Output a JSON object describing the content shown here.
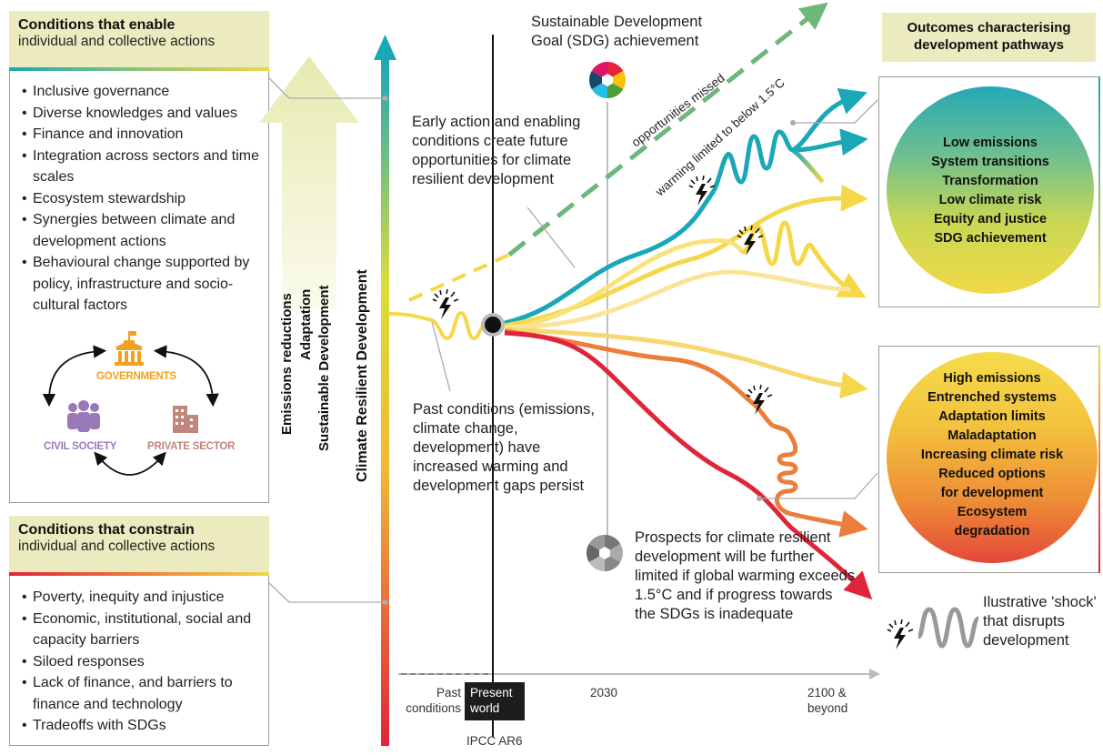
{
  "enable_box": {
    "title": "Conditions that enable",
    "subtitle": "individual and collective actions",
    "items": [
      "Inclusive governance",
      "Diverse knowledges and values",
      "Finance and innovation",
      "Integration across sectors and time scales",
      "Ecosystem stewardship",
      "Synergies between climate and development actions",
      "Behavioural change supported by policy, infrastructure and socio-cultural factors"
    ],
    "actors": {
      "governments": "GOVERNMENTS",
      "civil_society": "CIVIL SOCIETY",
      "private_sector": "PRIVATE SECTOR"
    }
  },
  "constrain_box": {
    "title": "Conditions that constrain",
    "subtitle": "individual and collective actions",
    "items": [
      "Poverty, inequity and injustice",
      "Economic, institutional, social and capacity barriers",
      "Siloed responses",
      "Lack of finance, and barriers to finance and technology",
      "Tradeoffs with SDGs"
    ]
  },
  "vertical_labels": {
    "emissions": "Emissions reductions",
    "adaptation": "Adaptation",
    "sustainable": "Sustainable Development",
    "crd": "Climate Resilient Development"
  },
  "annotations": {
    "sdg": "Sustainable Development Goal (SDG) achievement",
    "early_action": "Early action and enabling conditions create future opportunities for climate resilient development",
    "opportunities_missed": "opportunities missed",
    "warming_limited": "warming limited to below 1.5°C",
    "past_conditions": "Past conditions (emissions, climate change, development) have increased warming and development gaps persist",
    "prospects": "Prospects for climate resilient development will be further limited if global warming exceeds 1.5°C and if progress towards the SDGs is inadequate",
    "shock_legend": "Ilustrative 'shock' that disrupts development"
  },
  "outcomes": {
    "header": "Outcomes characterising development pathways",
    "positive": [
      "Low emissions",
      "System transitions",
      "Transformation",
      "Low climate risk",
      "Equity and justice",
      "SDG achievement"
    ],
    "negative": [
      "High emissions",
      "Entrenched systems",
      "Adaptation limits",
      "Maladaptation",
      "Increasing climate risk",
      "Reduced options",
      "for development",
      "Ecosystem",
      "degradation"
    ]
  },
  "time_axis": {
    "past": "Past conditions",
    "present": "Present world",
    "y2030": "2030",
    "y2100": "2100 & beyond",
    "ipcc": "IPCC AR6"
  },
  "colors": {
    "teal": "#1aa7b8",
    "yellow": "#f5d84a",
    "orange": "#ec7d3a",
    "red": "#e0243a",
    "green_dash": "#6db77a",
    "header_bg": "#ecebbf"
  }
}
